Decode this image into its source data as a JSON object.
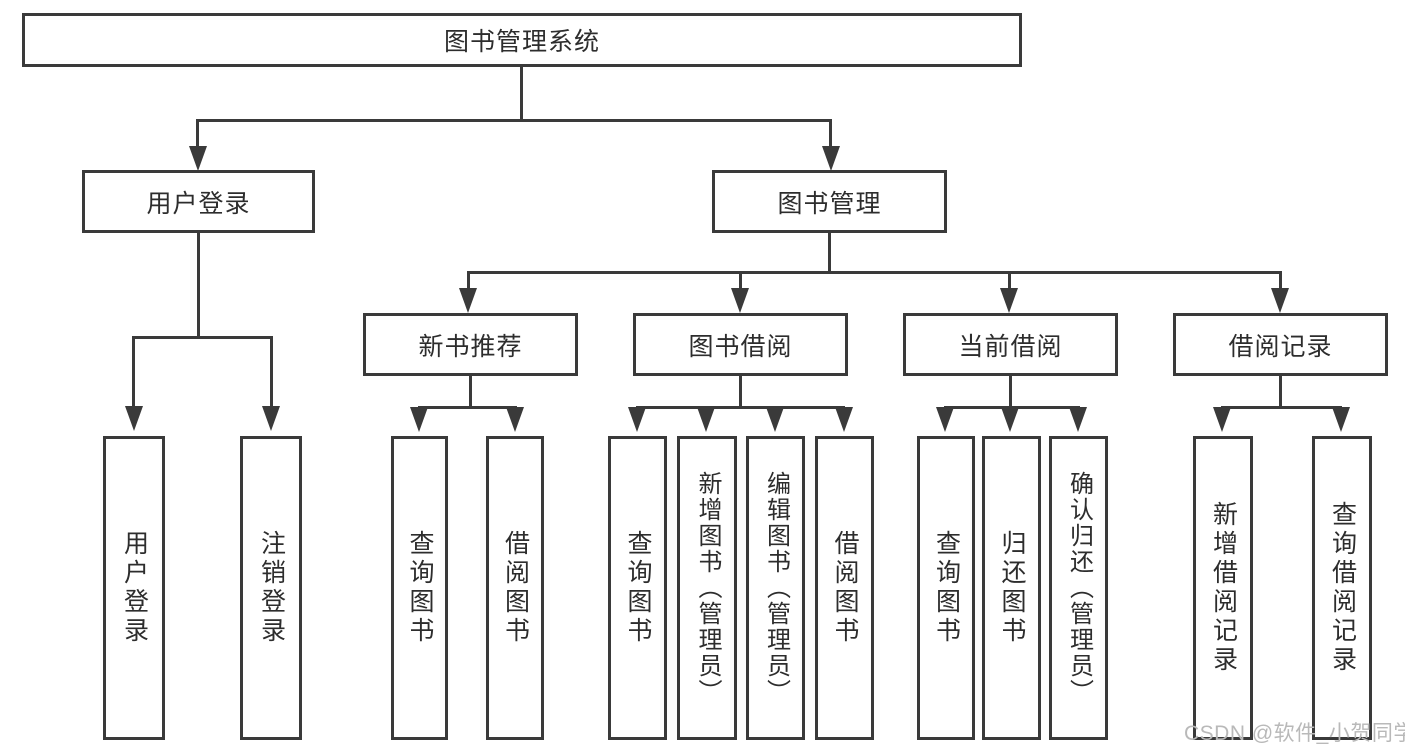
{
  "diagram": {
    "type": "hierarchy-tree",
    "title": "图书管理系统"
  },
  "colors": {
    "line": "#3a3a3a",
    "text": "#2d2d2d",
    "watermark": "#b9b9b9",
    "background": "#ffffff"
  },
  "nodes": {
    "root": {
      "label": "图书管理系统"
    },
    "user_login": {
      "label": "用户登录"
    },
    "book_mgmt": {
      "label": "图书管理"
    },
    "login": {
      "label": "用户登录"
    },
    "logout": {
      "label": "注销登录"
    },
    "new_books": {
      "label": "新书推荐"
    },
    "borrowing": {
      "label": "图书借阅"
    },
    "current": {
      "label": "当前借阅"
    },
    "records": {
      "label": "借阅记录"
    },
    "nb_query": {
      "label": "查询图书"
    },
    "nb_borrow": {
      "label": "借阅图书"
    },
    "bb_query": {
      "label": "查询图书"
    },
    "bb_add": {
      "label": "新增图书（管理员）"
    },
    "bb_edit": {
      "label": "编辑图书（管理员）"
    },
    "bb_borrow": {
      "label": "借阅图书"
    },
    "cb_query": {
      "label": "查询图书"
    },
    "cb_return": {
      "label": "归还图书"
    },
    "cb_confirm": {
      "label": "确认归还（管理员）"
    },
    "br_add": {
      "label": "新增借阅记录"
    },
    "br_query": {
      "label": "查询借阅记录"
    }
  },
  "hierarchy": {
    "图书管理系统": {
      "用户登录": [
        "用户登录",
        "注销登录"
      ],
      "图书管理": {
        "新书推荐": [
          "查询图书",
          "借阅图书"
        ],
        "图书借阅": [
          "查询图书",
          "新增图书（管理员）",
          "编辑图书（管理员）",
          "借阅图书"
        ],
        "当前借阅": [
          "查询图书",
          "归还图书",
          "确认归还（管理员）"
        ],
        "借阅记录": [
          "新增借阅记录",
          "查询借阅记录"
        ]
      }
    }
  },
  "watermark": {
    "text": "CSDN @软件_小贺同学"
  }
}
